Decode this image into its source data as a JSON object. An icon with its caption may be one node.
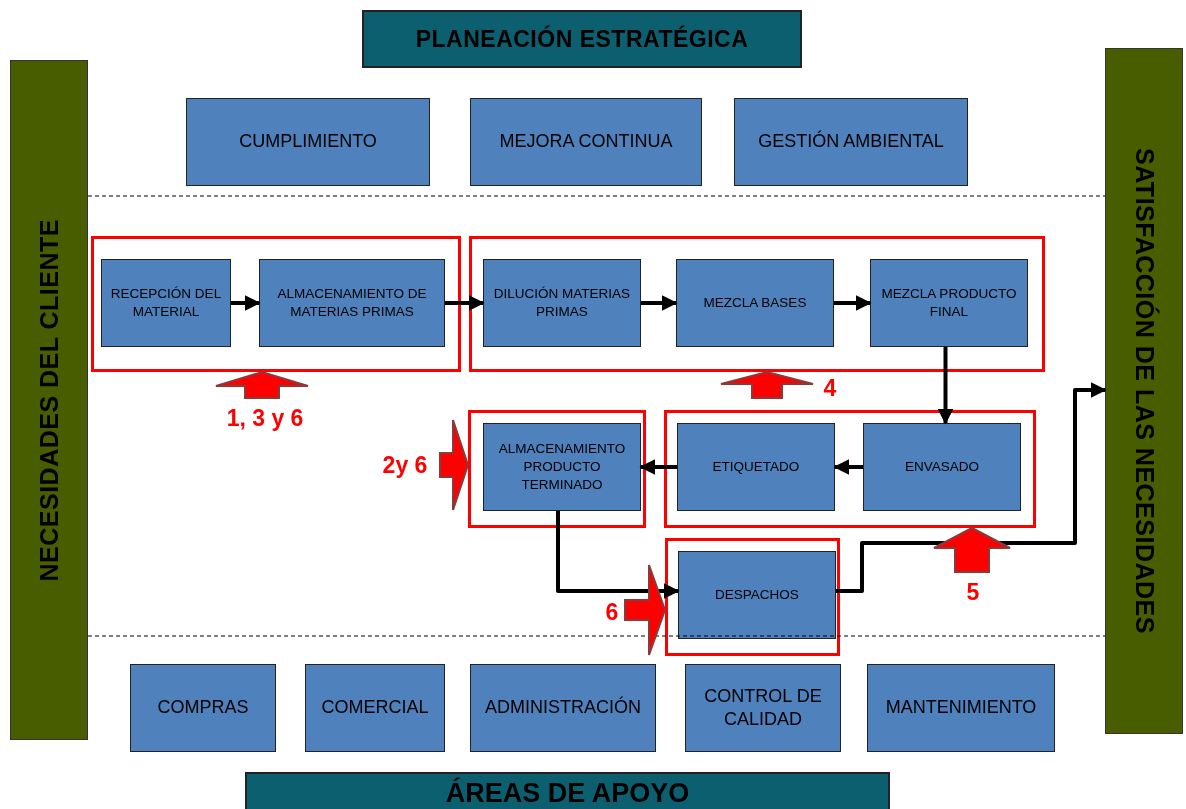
{
  "diagram": {
    "nodes": [
      {
        "text": [
          "PLANEACIÓN ESTRATÉGICA"
        ]
      },
      {
        "text": [
          "NECESIDADES DEL CLIENTE"
        ]
      },
      {
        "text": [
          "SATISFACCIÓN DE LAS NECESIDADES"
        ]
      },
      {
        "text": [
          "CUMPLIMIENTO"
        ]
      },
      {
        "text": [
          "MEJORA CONTINUA"
        ]
      },
      {
        "text": [
          "GESTIÓN AMBIENTAL"
        ]
      },
      {
        "text": [],
        "shape": "box"
      },
      {
        "text": [
          "RECEPCIÓN DEL MATERIAL"
        ],
        "in": 6
      },
      {
        "text": [
          "ALMACENAMIENTO DE MATERIAS PRIMAS"
        ],
        "in": 6
      },
      {
        "text": [],
        "shape": "box"
      },
      {
        "text": [
          "DILUCIÓN MATERIAS PRIMAS"
        ],
        "in": 9
      },
      {
        "text": [
          "MEZCLA BASES"
        ],
        "in": 9
      },
      {
        "text": [
          "MEZCLA PRODUCTO FINAL"
        ],
        "in": 9
      },
      {
        "text": [],
        "shape": "box"
      },
      {
        "text": [
          "ALMACENAMIENTO PRODUCTO TERMINADO"
        ],
        "in": 13
      },
      {
        "text": [],
        "shape": "box"
      },
      {
        "text": [
          "ETIQUETADO"
        ],
        "in": 15
      },
      {
        "text": [
          "ENVASADO"
        ],
        "in": 15
      },
      {
        "text": [],
        "shape": "box"
      },
      {
        "text": [
          "DESPACHOS"
        ],
        "in": 18
      },
      {
        "text": [
          "COMPRAS"
        ]
      },
      {
        "text": [
          "COMERCIAL"
        ]
      },
      {
        "text": [
          "ADMINISTRACIÓN"
        ]
      },
      {
        "text": [
          "CONTROL DE CALIDAD"
        ]
      },
      {
        "text": [
          "MANTENIMIENTO"
        ]
      },
      {
        "text": [
          "ÁREAS DE APOYO"
        ]
      }
    ],
    "edges": [
      {
        "from": 7,
        "to": 8,
        "arrow": "to"
      },
      {
        "from": 8,
        "to": 10,
        "arrow": "to"
      },
      {
        "from": 10,
        "to": 11,
        "arrow": "to"
      },
      {
        "from": 11,
        "to": 12,
        "arrow": "to"
      },
      {
        "from": 12,
        "to": 17,
        "arrow": "to"
      },
      {
        "from": 17,
        "to": 16,
        "arrow": "to"
      },
      {
        "from": 16,
        "to": 14,
        "arrow": "to"
      },
      {
        "from": 14,
        "to": 19,
        "arrow": "to"
      },
      {
        "from": 19,
        "to": 2,
        "arrow": "to"
      },
      {
        "from": null,
        "to": 6,
        "arrow": "to",
        "label": "1, 3 y 6",
        "style": "thick",
        "color": "#ff0000"
      },
      {
        "from": null,
        "to": 9,
        "arrow": "to",
        "label": "4",
        "style": "thick",
        "color": "#ff0000"
      },
      {
        "from": null,
        "to": 13,
        "arrow": "to",
        "label": "2y 6",
        "style": "thick",
        "color": "#ff0000"
      },
      {
        "from": null,
        "to": 18,
        "arrow": "to",
        "label": "6",
        "style": "thick",
        "color": "#ff0000"
      },
      {
        "from": null,
        "to": 15,
        "arrow": "to",
        "label": "5",
        "style": "thick",
        "color": "#ff0000"
      }
    ]
  }
}
